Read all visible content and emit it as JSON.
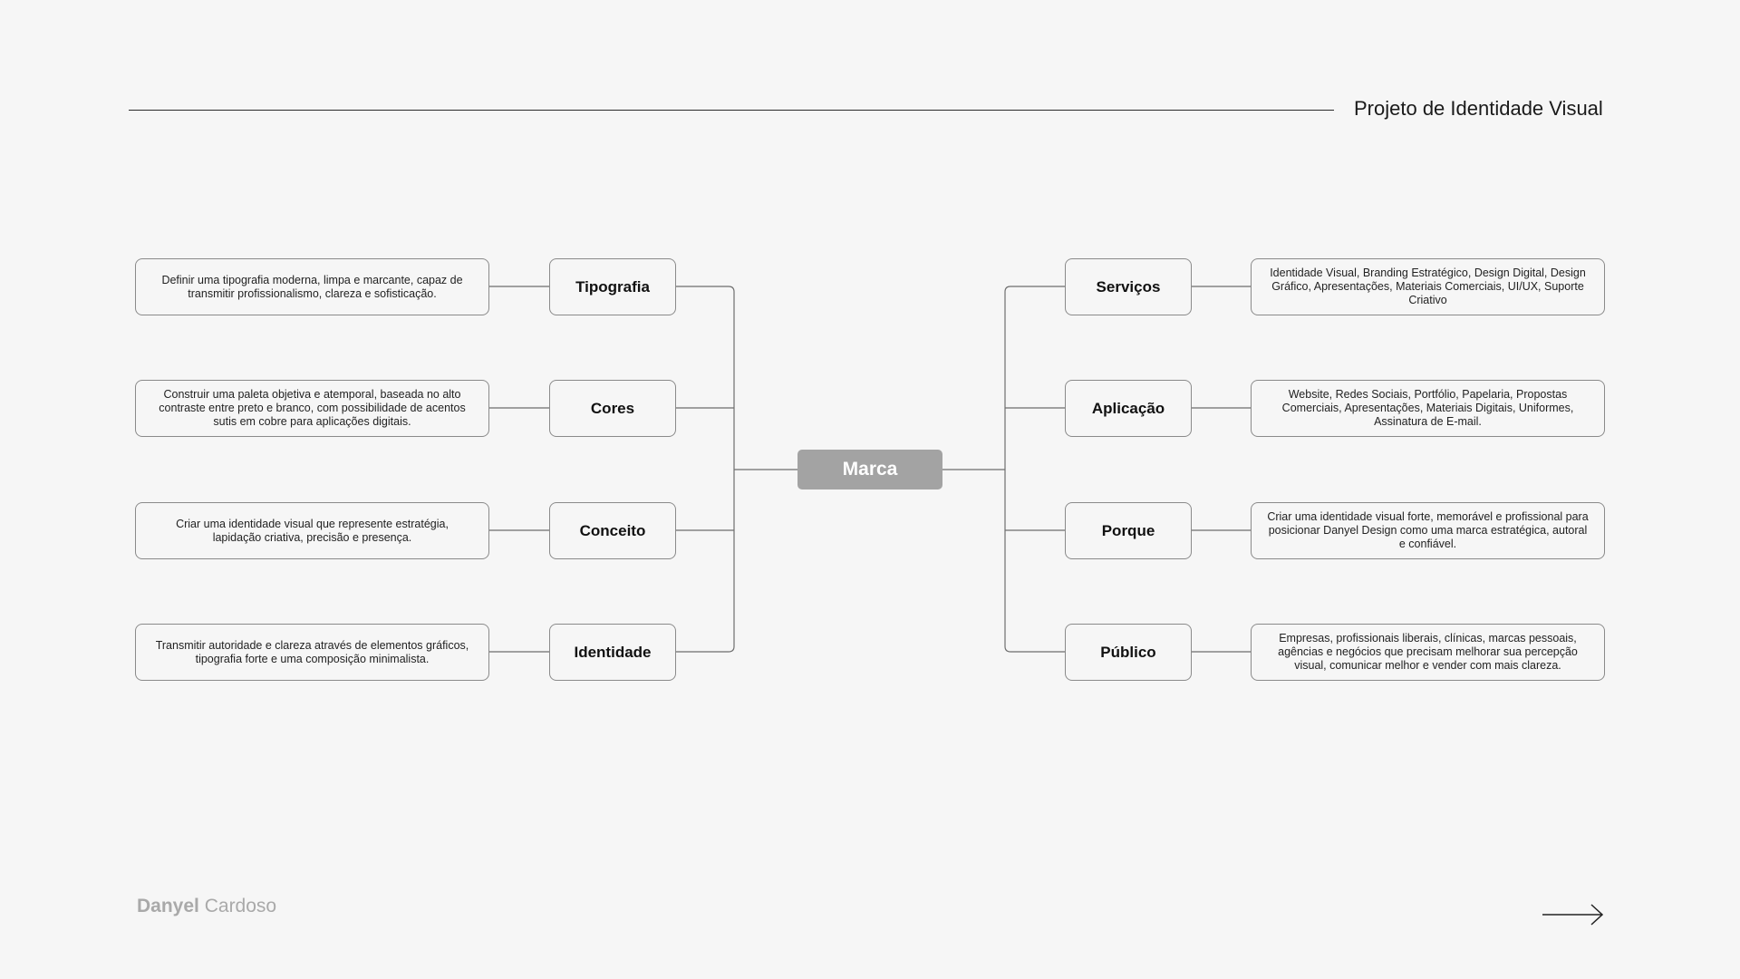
{
  "header": {
    "title": "Projeto de Identidade Visual"
  },
  "center": {
    "label": "Marca"
  },
  "left_branches": [
    {
      "label": "Tipografia",
      "description": "Definir uma tipografia moderna, limpa e marcante, capaz de transmitir profissionalismo, clareza e sofisticação."
    },
    {
      "label": "Cores",
      "description": "Construir uma paleta objetiva e atemporal, baseada no alto contraste entre preto e branco, com possibilidade de acentos sutis em cobre para aplicações digitais."
    },
    {
      "label": "Conceito",
      "description": "Criar uma identidade visual que represente estratégia, lapidação criativa, precisão e presença."
    },
    {
      "label": "Identidade",
      "description": "Transmitir autoridade e clareza através de elementos gráficos, tipografia forte e uma composição minimalista."
    }
  ],
  "right_branches": [
    {
      "label": "Serviços",
      "description": "Identidade Visual, Branding Estratégico, Design Digital, Design Gráfico, Apresentações, Materiais Comerciais, UI/UX, Suporte Criativo"
    },
    {
      "label": "Aplicação",
      "description": "Website, Redes Sociais, Portfólio, Papelaria, Propostas Comerciais, Apresentações, Materiais Digitais, Uniformes, Assinatura de E-mail."
    },
    {
      "label": "Porque",
      "description": "Criar uma identidade visual forte, memorável e profissional para posicionar Danyel Design como uma marca estratégica, autoral e confiável."
    },
    {
      "label": "Público",
      "description": "Empresas, profissionais liberais, clínicas, marcas pessoais, agências e negócios que precisam melhorar sua percepção visual, comunicar melhor e vender com mais clareza."
    }
  ],
  "footer": {
    "author_first": "Danyel",
    "author_last": "Cardoso",
    "next_icon": "arrow-right-icon"
  }
}
